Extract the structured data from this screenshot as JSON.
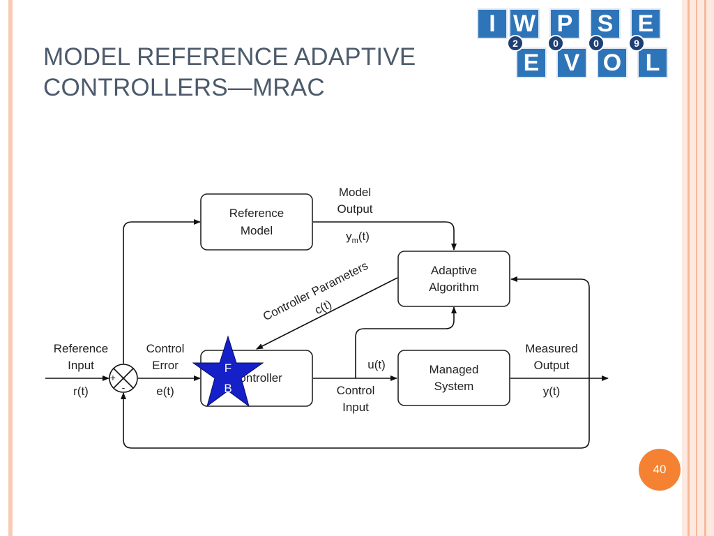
{
  "slide": {
    "title_lines": [
      "MODEL REFERENCE ADAPTIVE",
      "CONTROLLERS—MRAC"
    ],
    "page_number": "40"
  },
  "logo": {
    "top_letters": [
      "I",
      "W",
      "P",
      "S",
      "E"
    ],
    "bottom_letters": [
      "E",
      "V",
      "O",
      "L"
    ],
    "year_digits": [
      "2",
      "0",
      "0",
      "9"
    ]
  },
  "diagram": {
    "blocks": {
      "reference_model": [
        "Reference",
        "Model"
      ],
      "adaptive_algorithm": [
        "Adaptive",
        "Algorithm"
      ],
      "controller": "Controller",
      "managed_system": [
        "Managed",
        "System"
      ]
    },
    "labels": {
      "model_output": [
        "Model",
        "Output"
      ],
      "ym": "y",
      "ym_sub": "m",
      "ym_suffix": "(t)",
      "controller_parameters": "Controller Parameters",
      "ct": "c(t)",
      "reference_input": [
        "Reference",
        "Input"
      ],
      "rt": "r(t)",
      "control_error": [
        "Control",
        "Error"
      ],
      "et": "e(t)",
      "ut": "u(t)",
      "control_input": [
        "Control",
        "Input"
      ],
      "measured_output": [
        "Measured",
        "Output"
      ],
      "yt": "y(t)",
      "plus": "+",
      "minus": "-"
    },
    "star_badge": [
      "F",
      "B"
    ]
  },
  "colors": {
    "logo_tile": "#2e74b8",
    "star_fill": "#1520c8",
    "page_badge": "#f58232",
    "title_text": "#4c5a6c"
  }
}
